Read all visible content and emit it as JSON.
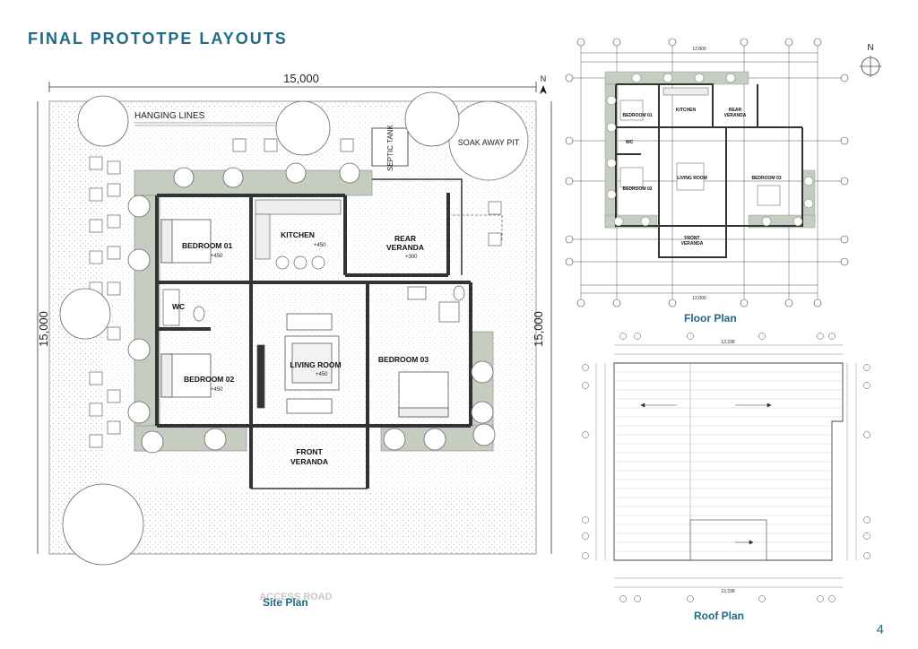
{
  "page_title": "FINAL PROTOTPE LAYOUTS",
  "page_number": "4",
  "site_plan": {
    "caption": "Site Plan",
    "dim_top": "15,000",
    "dim_left": "15,000",
    "dim_right": "15,000",
    "north": "N",
    "hanging_lines": "HANGING LINES",
    "septic_tank": "SEPTIC TANK",
    "soak_away_pit": "SOAK AWAY PIT",
    "rooms": {
      "bedroom1": "BEDROOM 01",
      "bedroom1_level": "+450",
      "kitchen": "KITCHEN",
      "kitchen_level": "+450",
      "rear_veranda_1": "REAR",
      "rear_veranda_2": "VERANDA",
      "rear_veranda_level": "+300",
      "wc": "WC",
      "bedroom2": "BEDROOM 02",
      "bedroom2_level": "+450",
      "living_room": "LIVING ROOM",
      "living_room_level": "+450",
      "bedroom3": "BEDROOM 03",
      "front_veranda_1": "FRONT",
      "front_veranda_2": "VERANDA"
    },
    "road": "ACCESS ROAD"
  },
  "floor_plan": {
    "caption": "Floor Plan",
    "north": "N",
    "dim_total": "12,000",
    "rooms": {
      "bedroom1": "BEDROOM 01",
      "kitchen": "KITCHEN",
      "rear_veranda_1": "REAR",
      "rear_veranda_2": "VERANDA",
      "wc": "WC",
      "bedroom2": "BEDROOM 02",
      "living_room": "LIVING ROOM",
      "bedroom3": "BEDROOM 03",
      "front_veranda_1": "FRONT",
      "front_veranda_2": "VERANDA"
    }
  },
  "roof_plan": {
    "caption": "Roof Plan",
    "dim_total": "12,338"
  }
}
